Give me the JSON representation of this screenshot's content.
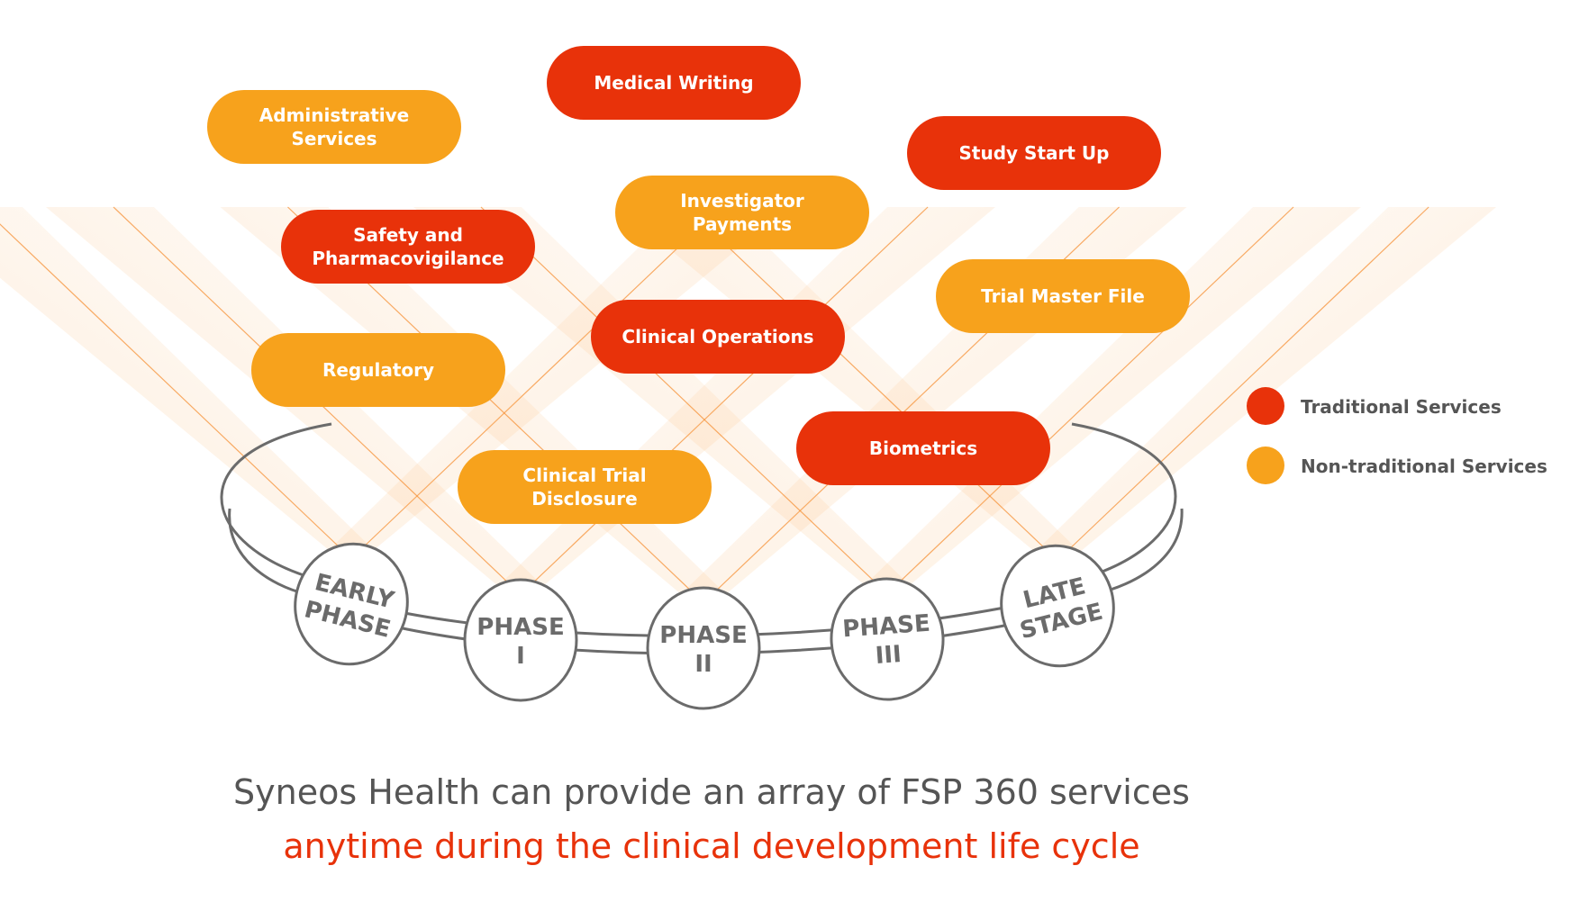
{
  "colors": {
    "traditional": "#e8320a",
    "non_traditional": "#f7a21c",
    "ring": "#6b6b6b",
    "beam": "#f58a2a",
    "caption_highlight": "#e8320a",
    "caption_text": "#555555"
  },
  "services": [
    {
      "id": "medical-writing",
      "lines": [
        "Medical Writing"
      ],
      "type": "traditional"
    },
    {
      "id": "administrative-services",
      "lines": [
        "Administrative",
        "Services"
      ],
      "type": "non_traditional"
    },
    {
      "id": "study-start-up",
      "lines": [
        "Study Start Up"
      ],
      "type": "traditional"
    },
    {
      "id": "investigator-payments",
      "lines": [
        "Investigator",
        "Payments"
      ],
      "type": "non_traditional"
    },
    {
      "id": "safety-pharmacovigilance",
      "lines": [
        "Safety and",
        "Pharmacovigilance"
      ],
      "type": "traditional"
    },
    {
      "id": "trial-master-file",
      "lines": [
        "Trial Master File"
      ],
      "type": "non_traditional"
    },
    {
      "id": "clinical-operations",
      "lines": [
        "Clinical Operations"
      ],
      "type": "traditional"
    },
    {
      "id": "regulatory",
      "lines": [
        "Regulatory"
      ],
      "type": "non_traditional"
    },
    {
      "id": "biometrics",
      "lines": [
        "Biometrics"
      ],
      "type": "traditional"
    },
    {
      "id": "clinical-trial-disclosure",
      "lines": [
        "Clinical Trial",
        "Disclosure"
      ],
      "type": "non_traditional"
    }
  ],
  "phases": [
    {
      "id": "early-phase",
      "lines": [
        "EARLY",
        "PHASE"
      ]
    },
    {
      "id": "phase-1",
      "lines": [
        "PHASE",
        "I"
      ]
    },
    {
      "id": "phase-2",
      "lines": [
        "PHASE",
        "II"
      ]
    },
    {
      "id": "phase-3",
      "lines": [
        "PHASE",
        "III"
      ]
    },
    {
      "id": "late-stage",
      "lines": [
        "LATE",
        "STAGE"
      ]
    }
  ],
  "legend": {
    "traditional": "Traditional Services",
    "non_traditional": "Non-traditional Services"
  },
  "caption": {
    "line1": "Syneos Health can provide an array of FSP 360 services",
    "line2": "anytime during the clinical development life cycle"
  }
}
